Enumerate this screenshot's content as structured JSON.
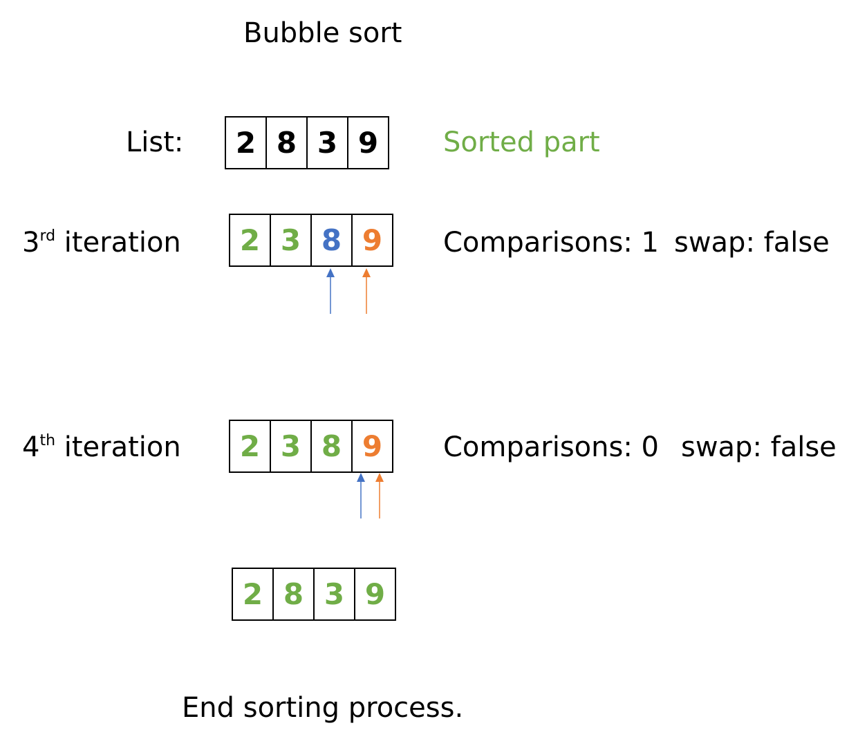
{
  "title": "Bubble sort",
  "list": {
    "label": "List:",
    "values": [
      "2",
      "8",
      "3",
      "9"
    ]
  },
  "legend": {
    "sorted_part": "Sorted part"
  },
  "iterations": [
    {
      "ordinal": "3",
      "suffix": "rd",
      "word": "iteration",
      "values": [
        "2",
        "3",
        "8",
        "9"
      ],
      "comparisons": "Comparisons: 1",
      "swap": "swap:  false"
    },
    {
      "ordinal": "4",
      "suffix": "th",
      "word": "iteration",
      "values": [
        "2",
        "3",
        "8",
        "9"
      ],
      "comparisons": "Comparisons: 0",
      "swap": "swap: false"
    }
  ],
  "final": {
    "values": [
      "2",
      "8",
      "3",
      "9"
    ]
  },
  "end_text": "End sorting process.",
  "colors": {
    "sorted": "#70ad47",
    "compare_left": "#4472c4",
    "compare_right": "#ed7d31"
  }
}
